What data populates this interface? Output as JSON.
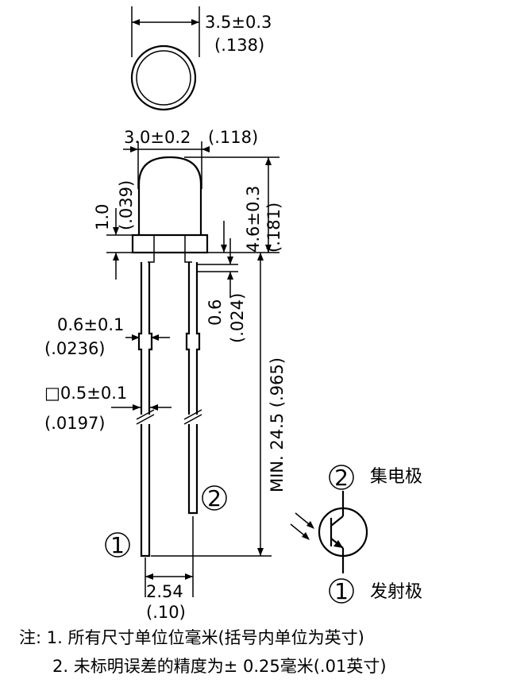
{
  "dimensions": {
    "lens_diameter": "3.5±0.3",
    "lens_diameter_in": "(.138)",
    "body_diameter": "3.0±0.2",
    "body_diameter_in": "(.118)",
    "flange_height": "1.0",
    "flange_height_in": "(.039)",
    "total_height": "4.6±0.3",
    "total_height_in": "(.181)",
    "lead_spacing_top": "0.6",
    "lead_spacing_top_in": "(.024)",
    "lead_width": "0.6±0.1",
    "lead_width_in": "(.0236)",
    "lead_square": "□0.5±0.1",
    "lead_square_in": "(.0197)",
    "lead_length": "MIN. 24.5 (.965)",
    "pitch": "2.54",
    "pitch_in": "(.10)"
  },
  "pins": {
    "pin1_label": "1",
    "pin2_label": "2"
  },
  "symbol": {
    "pin2_number": "2",
    "pin2_name": "集电极",
    "pin1_number": "1",
    "pin1_name": "发射极"
  },
  "notes": {
    "line1": "注: 1. 所有尺寸单位位毫米(括号内单位为英寸)",
    "line2": "2. 未标明误差的精度为± 0.25毫米(.01英寸)"
  }
}
